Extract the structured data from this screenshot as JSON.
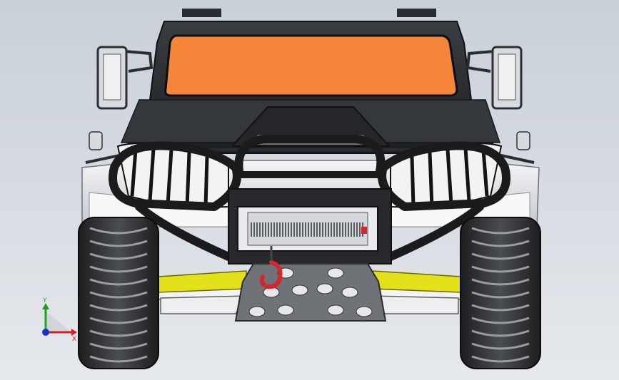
{
  "viewport": {
    "model": "atv-front-view",
    "colors": {
      "background_top": "#c9d0d8",
      "background_bottom": "#e6e9ed",
      "body_dark": "#2b2d30",
      "windshield": "#f5853b",
      "frame_white": "#e9ebee",
      "suspension_rod": "#e3e21a",
      "hook": "#d4262b"
    }
  },
  "triad": {
    "x_label": "X",
    "y_label": "Y",
    "x_color": "#d02020",
    "y_color": "#1ea01e",
    "z_color": "#2030d0"
  }
}
